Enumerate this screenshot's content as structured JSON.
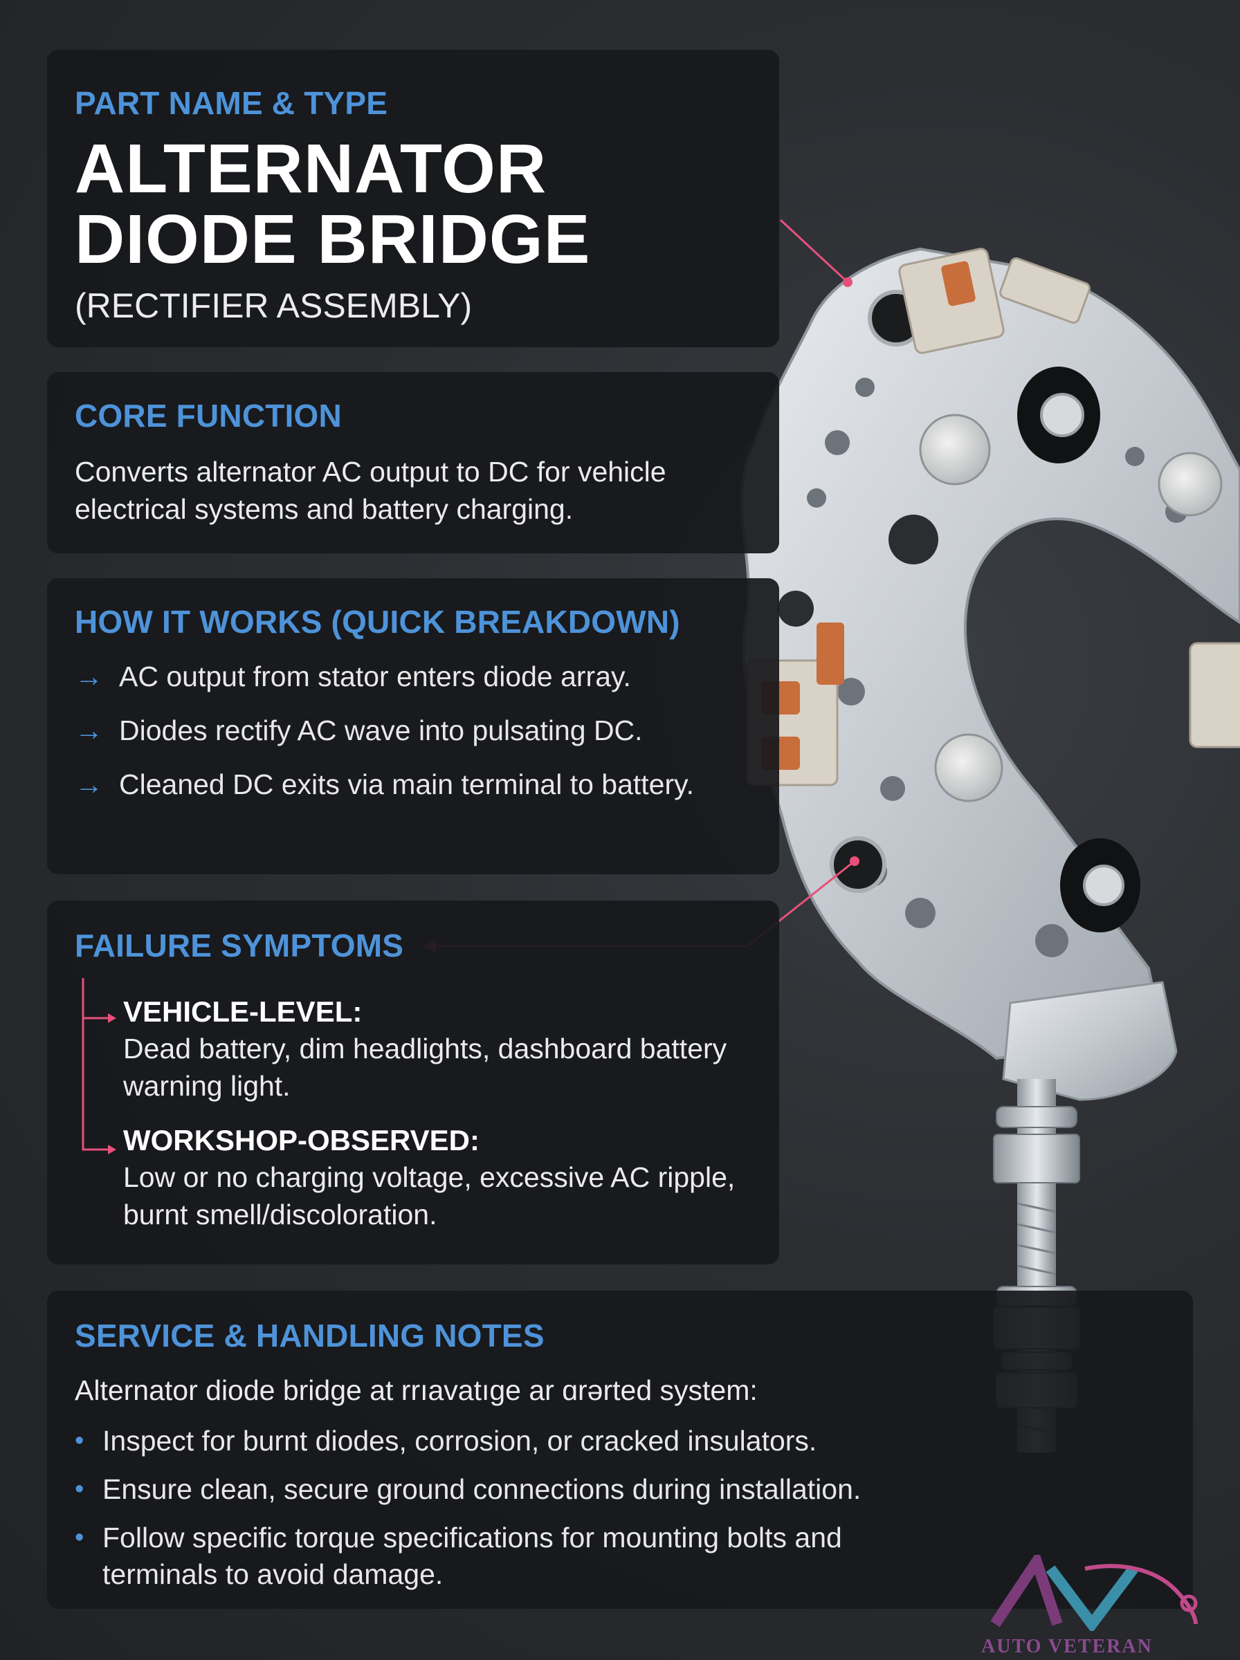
{
  "part": {
    "label": "PART NAME & TYPE",
    "title_line1": "ALTERNATOR",
    "title_line2": "DIODE BRIDGE",
    "subtitle": "(RECTIFIER ASSEMBLY)"
  },
  "core": {
    "label": "CORE FUNCTION",
    "text": "Converts alternator AC output to DC for vehicle electrical systems and battery charging."
  },
  "how": {
    "label": "HOW IT WORKS (QUICK BREAKDOWN)",
    "arrow_glyph": "→",
    "steps": [
      "AC output from stator enters diode array.",
      "Diodes rectify AC wave into pulsating DC.",
      "Cleaned DC exits via main terminal to battery."
    ]
  },
  "failure": {
    "label": "FAILURE SYMPTOMS",
    "items": [
      {
        "head": "VEHICLE-LEVEL:",
        "desc": "Dead battery, dim headlights, dashboard battery warning light."
      },
      {
        "head": "WORKSHOP-OBSERVED:",
        "desc": "Low or no charging voltage, excessive AC ripple, burnt smell/discoloration."
      }
    ]
  },
  "service": {
    "label": "SERVICE & HANDLING NOTES",
    "intro": "Alternator diode bridge at rrıavatıge ar ɑrərted system:",
    "bullet_glyph": "•",
    "bullets": [
      "Inspect for burnt diodes, corrosion, or cracked insulators.",
      "Ensure clean, secure ground connections during installation.",
      "Follow specific torque specifications for mounting bolts and terminals to avoid damage."
    ]
  },
  "brand": {
    "name": "AUTO VETERAN"
  },
  "colors": {
    "accent_blue": "#4e93d9",
    "callout_pink": "#e8507a",
    "panel_bg": "#18191c",
    "logo_purple": "#7a3b78",
    "logo_teal": "#3b8fa8"
  }
}
